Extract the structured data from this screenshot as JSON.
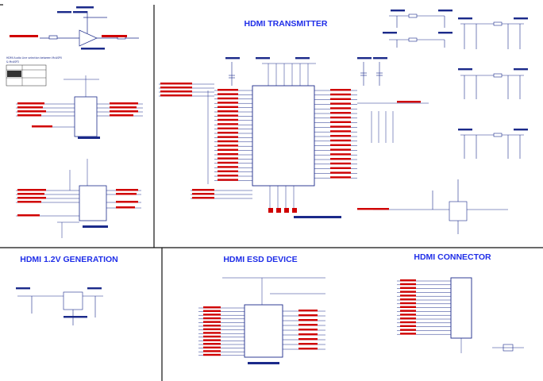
{
  "sections": {
    "transmitter": "HDMI TRANSMITTER",
    "gen12": "HDMI 1.2V GENERATION",
    "esd": "HDMI ESD DEVICE",
    "connector": "HDMI CONNECTOR"
  },
  "left_panel": {
    "note_line1": "HDMI Audio Line selection between McASP0",
    "note_line2": "& McASP2"
  },
  "colors": {
    "title": "#1f2ee8",
    "wire": "#1b2a8a",
    "net_label": "#d00000",
    "border": "#111111"
  }
}
